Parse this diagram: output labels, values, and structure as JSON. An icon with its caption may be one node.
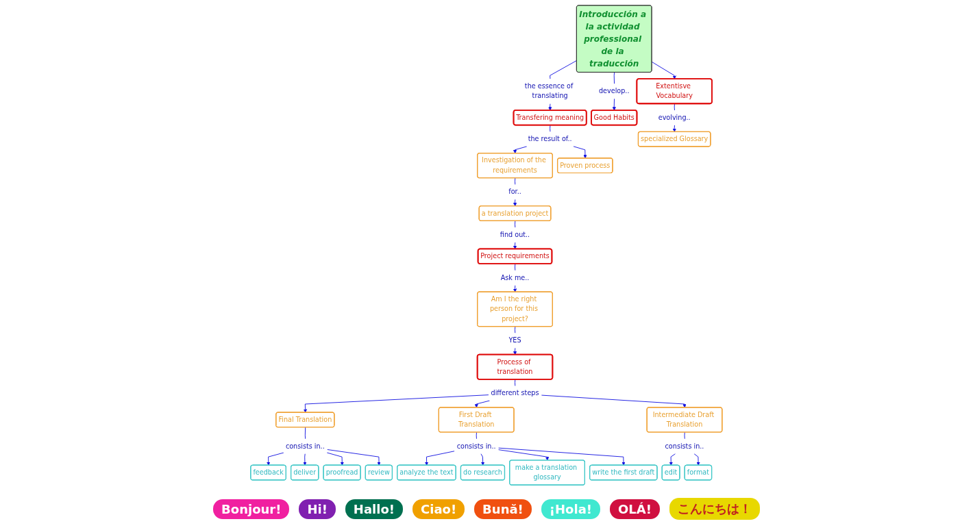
{
  "diagram": {
    "nodes": [
      {
        "text": [
          "Investigation of the requirements"
        ]
      },
      {
        "text": [
          "for.."
        ]
      },
      {
        "text": [
          "a translation project"
        ]
      },
      {
        "text": [
          "find out.."
        ]
      },
      {
        "text": [
          "Project requirements"
        ]
      },
      {
        "text": [
          "Proven process"
        ]
      },
      {
        "text": [
          "the result of.."
        ]
      },
      {
        "text": [
          "Transfering meaning"
        ]
      },
      {
        "text": [
          "Ask me.."
        ]
      },
      {
        "text": [
          "Am I the right person for this project?"
        ]
      },
      {
        "text": [
          "YES"
        ]
      },
      {
        "text": [
          "Process of translation"
        ]
      },
      {
        "text": [
          "Good Habits"
        ]
      },
      {
        "text": [
          "the essence of translating"
        ]
      },
      {
        "text": [
          "develop.."
        ]
      },
      {
        "text": [
          "different steps"
        ]
      },
      {
        "text": [
          "Final Translation"
        ]
      },
      {
        "text": [
          "Introducción a la actividad professional de la traducción"
        ]
      },
      {
        "text": [
          "Extentisve Vocabulary"
        ]
      },
      {
        "text": [
          "consists in.."
        ]
      },
      {
        "text": [
          "feedback"
        ]
      },
      {
        "text": [
          "evolving.."
        ]
      },
      {
        "text": [
          "deliver"
        ]
      },
      {
        "text": [
          "First Draft Translation"
        ]
      },
      {
        "text": [
          "Intermediate Draft Translation"
        ]
      },
      {
        "text": [
          "specialized Glossary"
        ]
      },
      {
        "text": [
          "proofread"
        ]
      },
      {
        "text": [
          "review"
        ]
      },
      {
        "text": [
          "edit"
        ]
      },
      {
        "text": [
          "consists in.."
        ]
      },
      {
        "text": [
          "consists in.."
        ]
      },
      {
        "text": [
          "format"
        ]
      },
      {
        "text": [
          "analyze the text"
        ]
      },
      {
        "text": [
          "do research"
        ]
      },
      {
        "text": [
          "write the first draft"
        ]
      },
      {
        "text": [
          "make a translation glossary"
        ]
      }
    ],
    "edges": [
      {
        "from": 17,
        "to": 14,
        "arrow": "none"
      },
      {
        "from": 14,
        "to": 12,
        "arrow": "to"
      },
      {
        "from": 17,
        "to": 13,
        "arrow": "none"
      },
      {
        "from": 13,
        "to": 7,
        "arrow": "to"
      },
      {
        "from": 17,
        "to": 18,
        "arrow": "to"
      },
      {
        "from": 7,
        "to": 6,
        "arrow": "none"
      },
      {
        "from": 6,
        "to": 0,
        "arrow": "to"
      },
      {
        "from": 6,
        "to": 5,
        "arrow": "to"
      },
      {
        "from": 0,
        "to": 1,
        "arrow": "none"
      },
      {
        "from": 1,
        "to": 2,
        "arrow": "to"
      },
      {
        "from": 2,
        "to": 3,
        "arrow": "none"
      },
      {
        "from": 3,
        "to": 4,
        "arrow": "to"
      },
      {
        "from": 4,
        "to": 8,
        "arrow": "none"
      },
      {
        "from": 8,
        "to": 9,
        "arrow": "to"
      },
      {
        "from": 9,
        "to": 10,
        "arrow": "none"
      },
      {
        "from": 10,
        "to": 11,
        "arrow": "to"
      },
      {
        "from": 11,
        "to": 15,
        "arrow": "none"
      },
      {
        "from": 15,
        "to": 16,
        "arrow": "to"
      },
      {
        "from": 15,
        "to": 23,
        "arrow": "to"
      },
      {
        "from": 15,
        "to": 24,
        "arrow": "to"
      },
      {
        "from": 16,
        "to": 19,
        "arrow": "none"
      },
      {
        "from": 19,
        "to": 20,
        "arrow": "to"
      },
      {
        "from": 19,
        "to": 22,
        "arrow": "to"
      },
      {
        "from": 19,
        "to": 26,
        "arrow": "to"
      },
      {
        "from": 19,
        "to": 27,
        "arrow": "to"
      },
      {
        "from": 24,
        "to": 29,
        "arrow": "none"
      },
      {
        "from": 29,
        "to": 28,
        "arrow": "to"
      },
      {
        "from": 29,
        "to": 31,
        "arrow": "to"
      },
      {
        "from": 23,
        "to": 30,
        "arrow": "none"
      },
      {
        "from": 30,
        "to": 32,
        "arrow": "to"
      },
      {
        "from": 30,
        "to": 33,
        "arrow": "to"
      },
      {
        "from": 30,
        "to": 35,
        "arrow": "to"
      },
      {
        "from": 30,
        "to": 34,
        "arrow": "to"
      },
      {
        "from": 18,
        "to": 21,
        "arrow": "none"
      },
      {
        "from": 21,
        "to": 25,
        "arrow": "to"
      }
    ],
    "labels": [
      "Bonjour!",
      "Hi!",
      "Hallo!",
      "Ciao!",
      "Bună!",
      "¡Hola!",
      "OLÁ!",
      "こんにちは！"
    ]
  }
}
